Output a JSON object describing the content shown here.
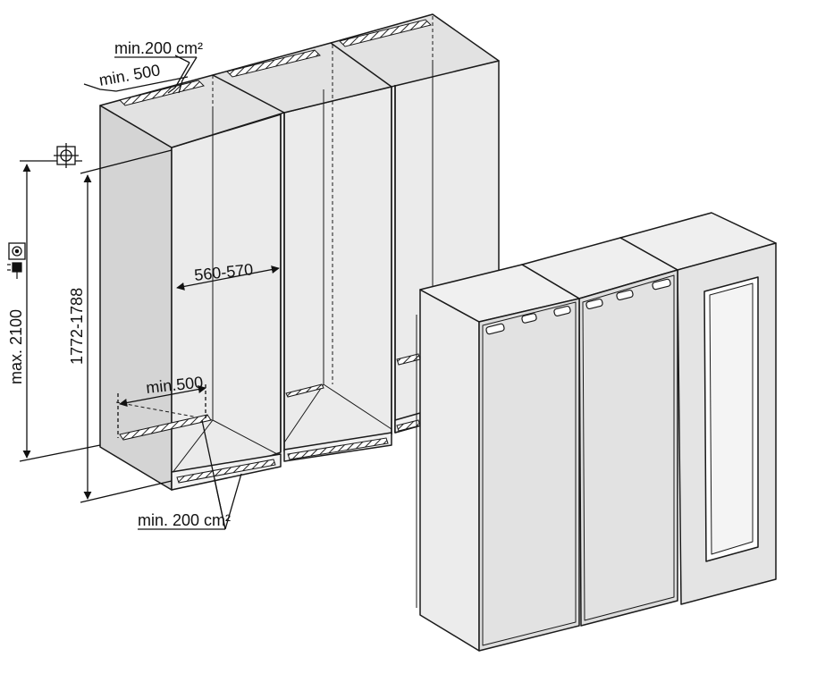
{
  "labels": {
    "top_vent_area": "min.200 cm²",
    "top_depth": "min. 500",
    "inner_width": "560-570",
    "niche_height": "1772-1788",
    "max_height": "max. 2100",
    "bottom_depth": "min.500",
    "bottom_vent_area": "min. 200 cm²"
  },
  "icons": {
    "socket": "socket-icon",
    "plug": "plug-icon",
    "water": "water-connection-icon"
  },
  "colors": {
    "line": "#1a1a1a",
    "cabinet_fill": "#e6e6e6",
    "cabinet_fill_dark": "#d2d2d2",
    "appliance_side": "#d9d9d9",
    "appliance_top": "#efefef",
    "background": "#ffffff"
  }
}
